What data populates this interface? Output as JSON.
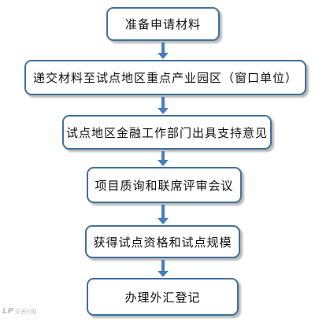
{
  "flowchart": {
    "steps": [
      "准备申请材料",
      "递交材料至试点地区重点产业园区（窗口单位）",
      "试点地区金融工作部门出具支持意见",
      "项目质询和联席评审会议",
      "获得试点资格和试点规模",
      "办理外汇登记"
    ],
    "colors": {
      "border": "#41719c",
      "arrow": "#4a7ebb"
    }
  },
  "watermark": {
    "logo": "LP",
    "text": "又进行取"
  }
}
